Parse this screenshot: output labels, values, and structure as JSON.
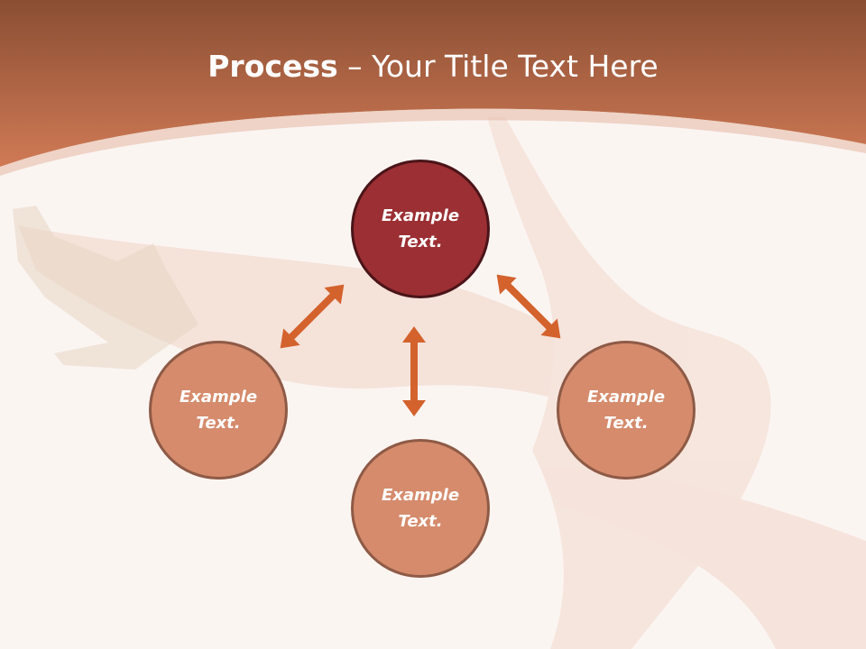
{
  "title": {
    "bold": "Process",
    "separator": " – ",
    "rest": "Your Title Text Here"
  },
  "nodes": [
    {
      "id": "top",
      "label": "Example\nText.",
      "style": "primary"
    },
    {
      "id": "left",
      "label": "Example\nText.",
      "style": "secondary"
    },
    {
      "id": "bottom",
      "label": "Example\nText.",
      "style": "secondary"
    },
    {
      "id": "right",
      "label": "Example\nText.",
      "style": "secondary"
    }
  ],
  "colors": {
    "header": "#c97a55",
    "primary_node": "#9b2f33",
    "secondary_node": "#d58b6c",
    "arrow": "#d4622d",
    "background": "#fbf5f2"
  }
}
